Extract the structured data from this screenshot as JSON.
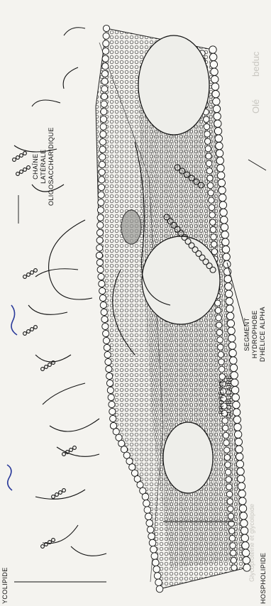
{
  "diagram": {
    "labels": {
      "chain": [
        "CHAÎNE",
        "LATÉRALE",
        "OLIGOSACCHARIDIQUE"
      ],
      "helix": [
        "SEGMENT",
        "HYDROPHOBE",
        "D'HÉLICE ALPHA"
      ],
      "protein": [
        "PROTÉINE",
        "GLOBULAIRE"
      ],
      "glycolipid": "YCOLIPIDE",
      "phospholipid": "HOSPHOLIPIDE"
    },
    "background_text": {
      "top": "Olé",
      "top2": "beduc",
      "bottom": "Glycoprotéine et glycolipide"
    },
    "colors": {
      "ink": "#111111",
      "paper": "#f4f3ef",
      "pen": "#2a3a9a"
    }
  }
}
